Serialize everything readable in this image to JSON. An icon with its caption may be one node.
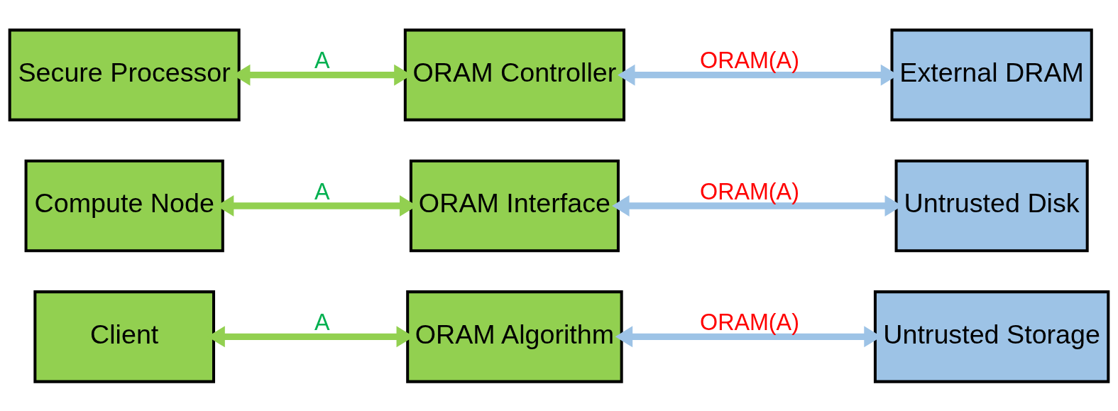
{
  "diagram": {
    "nodes": [
      {
        "text": [
          "Client"
        ]
      },
      {
        "text": [
          "ORAM Algorithm"
        ]
      },
      {
        "text": [
          "Untrusted Storage"
        ]
      },
      {
        "text": [
          "Compute Node"
        ]
      },
      {
        "text": [
          "ORAM Interface"
        ]
      },
      {
        "text": [
          "Untrusted Disk"
        ]
      },
      {
        "text": [
          "Secure Processor"
        ]
      },
      {
        "text": [
          "ORAM Controller"
        ]
      },
      {
        "text": [
          "External DRAM"
        ]
      }
    ],
    "edges": [
      {
        "from": 0,
        "to": 1,
        "arrow": "both",
        "label": "A",
        "color": "#92d050"
      },
      {
        "from": 1,
        "to": 2,
        "arrow": "both",
        "label": "ORAM(A)",
        "color": "#9dc3e6"
      },
      {
        "from": 3,
        "to": 4,
        "arrow": "both",
        "label": "A",
        "color": "#92d050"
      },
      {
        "from": 4,
        "to": 5,
        "arrow": "both",
        "label": "ORAM(A)",
        "color": "#9dc3e6"
      },
      {
        "from": 6,
        "to": 7,
        "arrow": "both",
        "label": "A",
        "color": "#92d050"
      },
      {
        "from": 7,
        "to": 8,
        "arrow": "both",
        "label": "ORAM(A)",
        "color": "#9dc3e6"
      }
    ]
  }
}
